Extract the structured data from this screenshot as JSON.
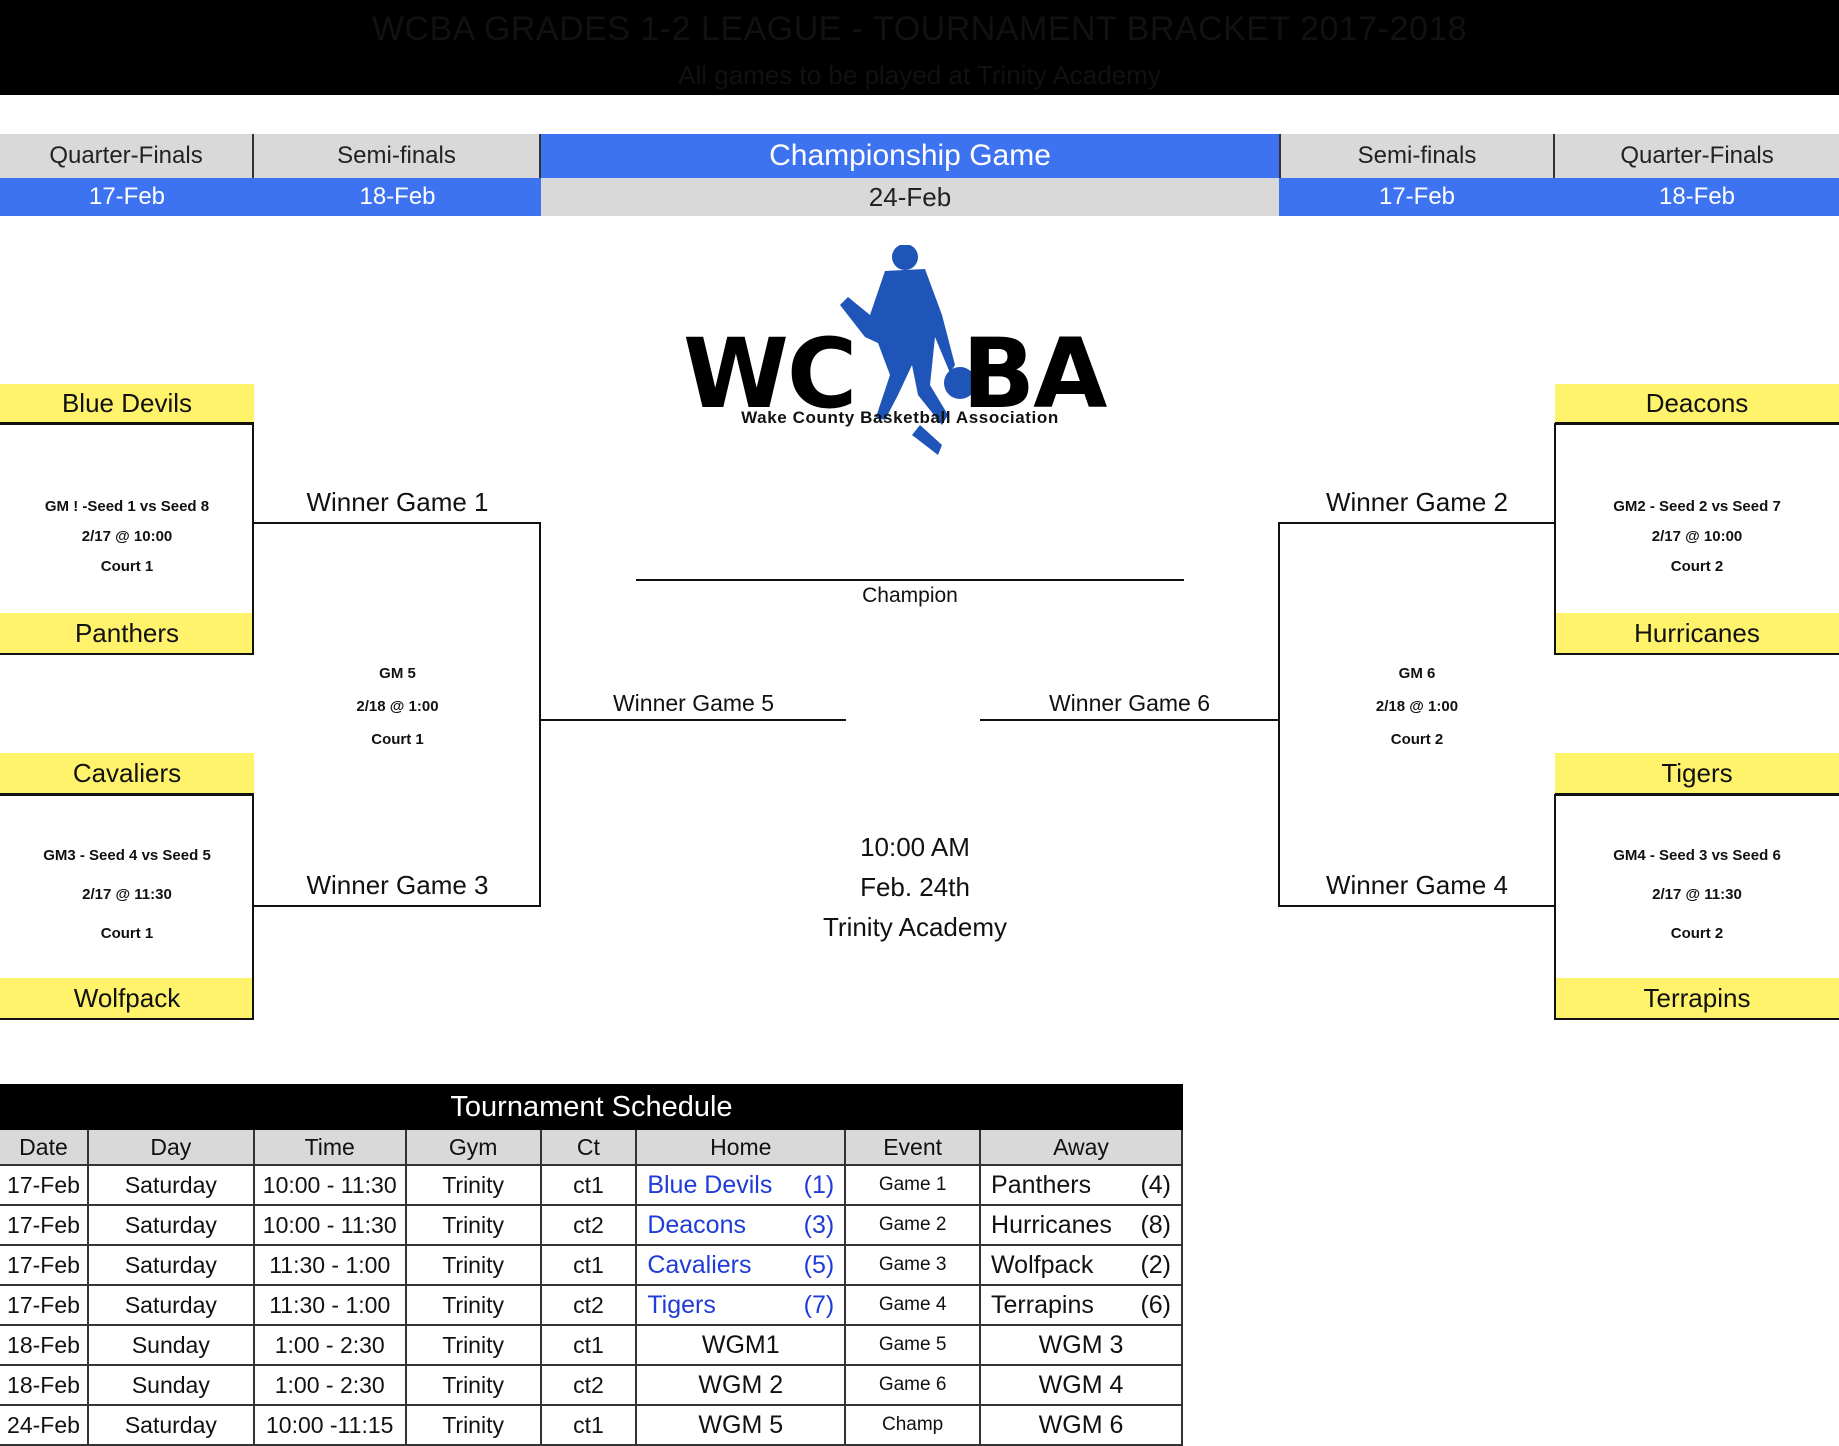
{
  "title": {
    "main": "WCBA GRADES 1-2 LEAGUE  -  TOURNAMENT BRACKET 2017-2018",
    "sub": "All games to be played at Trinity Academy"
  },
  "header": {
    "left_qf_label": "Quarter-Finals",
    "left_qf_date": "17-Feb",
    "left_sf_label": "Semi-finals",
    "left_sf_date": "18-Feb",
    "champ_label": "Championship Game",
    "champ_date": "24-Feb",
    "right_sf_label": "Semi-finals",
    "right_sf_date": "17-Feb",
    "right_qf_label": "Quarter-Finals",
    "right_qf_date": "18-Feb"
  },
  "logo": {
    "text_left": "WC",
    "text_right": "BA",
    "subtitle": "Wake County Basketball Association"
  },
  "left": {
    "team1": "Blue Devils",
    "team2": "Panthers",
    "team3": "Cavaliers",
    "team4": "Wolfpack",
    "game1_line1": "GM ! -Seed 1 vs Seed 8",
    "game1_line2": "2/17 @ 10:00",
    "game1_line3": "Court 1",
    "game3_line1": "GM3  -  Seed 4 vs  Seed 5",
    "game3_line2": "2/17 @ 11:30",
    "game3_line3": "Court 1",
    "winner_g1": "Winner Game 1",
    "winner_g3": "Winner Game 3",
    "game5_line1": "GM 5",
    "game5_line2": "2/18  @  1:00",
    "game5_line3": "Court 1",
    "winner_g5": "Winner Game 5"
  },
  "right": {
    "team1": "Deacons",
    "team2": "Hurricanes",
    "team3": "Tigers",
    "team4": "Terrapins",
    "game2_line1": "GM2  - Seed 2 vs  Seed 7",
    "game2_line2": "2/17  @  10:00",
    "game2_line3": "Court 2",
    "game4_line1": "GM4  -  Seed 3 vs Seed 6",
    "game4_line2": "2/17  @  11:30",
    "game4_line3": "Court 2",
    "winner_g2": "Winner Game 2",
    "winner_g4": "Winner Game 4",
    "game6_line1": "GM 6",
    "game6_line2": "2/18  @  1:00",
    "game6_line3": "Court 2",
    "winner_g6": "Winner Game 6"
  },
  "center": {
    "champion_label": "Champion",
    "time": "10:00 AM",
    "date": "Feb. 24th",
    "venue": "Trinity Academy"
  },
  "schedule": {
    "title": "Tournament Schedule",
    "columns": [
      "Date",
      "Day",
      "Time",
      "Gym",
      "Ct",
      "Home",
      "Event",
      "Away"
    ],
    "rows": [
      {
        "date": "17-Feb",
        "day": "Saturday",
        "time": "10:00 - 11:30",
        "gym": "Trinity",
        "ct": "ct1",
        "home": "Blue Devils",
        "home_seed": "(1)",
        "event": "Game 1",
        "away": "Panthers",
        "away_seed": "(4)"
      },
      {
        "date": "17-Feb",
        "day": "Saturday",
        "time": "10:00 - 11:30",
        "gym": "Trinity",
        "ct": "ct2",
        "home": "Deacons",
        "home_seed": "(3)",
        "event": "Game 2",
        "away": "Hurricanes",
        "away_seed": "(8)"
      },
      {
        "date": "17-Feb",
        "day": "Saturday",
        "time": "11:30 - 1:00",
        "gym": "Trinity",
        "ct": "ct1",
        "home": "Cavaliers",
        "home_seed": "(5)",
        "event": "Game 3",
        "away": "Wolfpack",
        "away_seed": "(2)"
      },
      {
        "date": "17-Feb",
        "day": "Saturday",
        "time": "11:30 - 1:00",
        "gym": "Trinity",
        "ct": "ct2",
        "home": "Tigers",
        "home_seed": "(7)",
        "event": "Game 4",
        "away": "Terrapins",
        "away_seed": "(6)"
      },
      {
        "date": "18-Feb",
        "day": "Sunday",
        "time": "1:00 - 2:30",
        "gym": "Trinity",
        "ct": "ct1",
        "home": "WGM1",
        "home_seed": "",
        "event": "Game 5",
        "away": "WGM 3",
        "away_seed": ""
      },
      {
        "date": "18-Feb",
        "day": "Sunday",
        "time": "1:00 - 2:30",
        "gym": "Trinity",
        "ct": "ct2",
        "home": "WGM 2",
        "home_seed": "",
        "event": "Game 6",
        "away": "WGM 4",
        "away_seed": ""
      },
      {
        "date": "24-Feb",
        "day": "Saturday",
        "time": "10:00 -11:15",
        "gym": "Trinity",
        "ct": "ct1",
        "home": "WGM 5",
        "home_seed": "",
        "event": "Champ",
        "away": "WGM 6",
        "away_seed": ""
      }
    ]
  },
  "colors": {
    "accent_blue": "#3d72f0",
    "team_yellow": "#fff36b",
    "header_gray": "#d9d9d9",
    "home_link_blue": "#1f3bd8",
    "logo_blue": "#1f55b8"
  }
}
